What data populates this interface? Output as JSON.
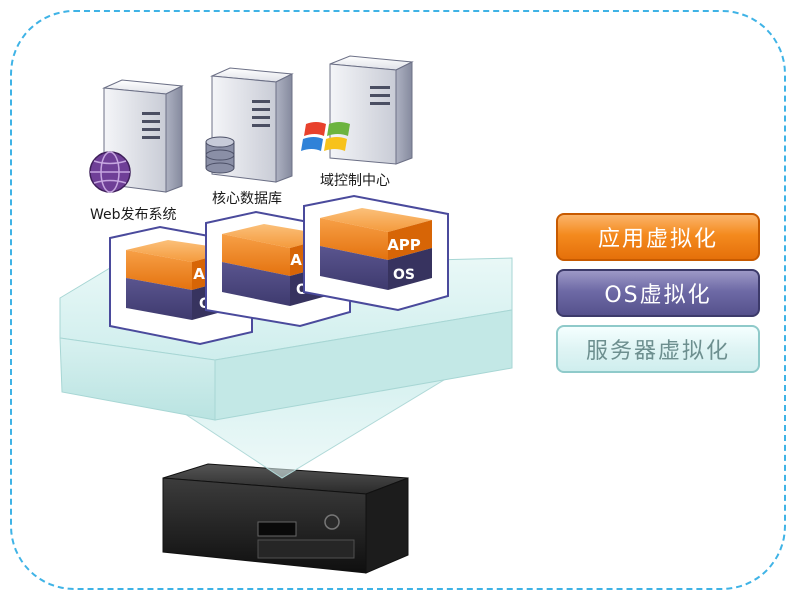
{
  "servers": [
    {
      "label": "Web发布系统",
      "icon": "globe-icon"
    },
    {
      "label": "核心数据库",
      "icon": "database-icon"
    },
    {
      "label": "域控制中心",
      "icon": "windows-logo-icon"
    }
  ],
  "stacks": [
    {
      "app": "APP",
      "os": "OS"
    },
    {
      "app": "APP",
      "os": "OS"
    },
    {
      "app": "APP",
      "os": "OS"
    }
  ],
  "legend": {
    "app_virtualization": "应用虚拟化",
    "os_virtualization": "OS虚拟化",
    "server_virtualization": "服务器虚拟化"
  },
  "colors": {
    "frame": "#3fb3e6",
    "app_orange": "#f07f12",
    "os_purple": "#4f4a86",
    "platform": "#c7ebea",
    "outline": "#4a4a9c"
  }
}
